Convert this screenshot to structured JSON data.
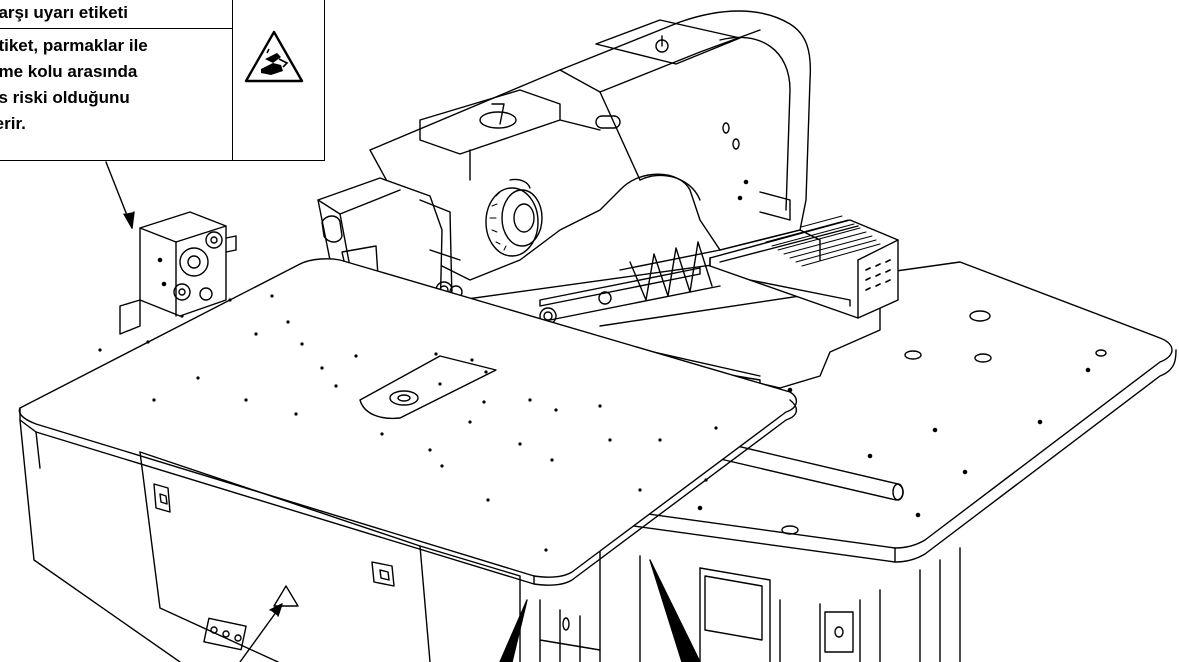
{
  "callout": {
    "header": "karşı uyarı etiketi",
    "lines": [
      "etiket, parmaklar ile",
      "eme kolu arasında",
      "as riski olduğunu",
      "terir."
    ],
    "icon": "hand-pinch-warning-icon"
  },
  "icons": {
    "label_marker": "warning-triangle-icon"
  },
  "colors": {
    "line": "#000000",
    "background": "#ffffff"
  }
}
